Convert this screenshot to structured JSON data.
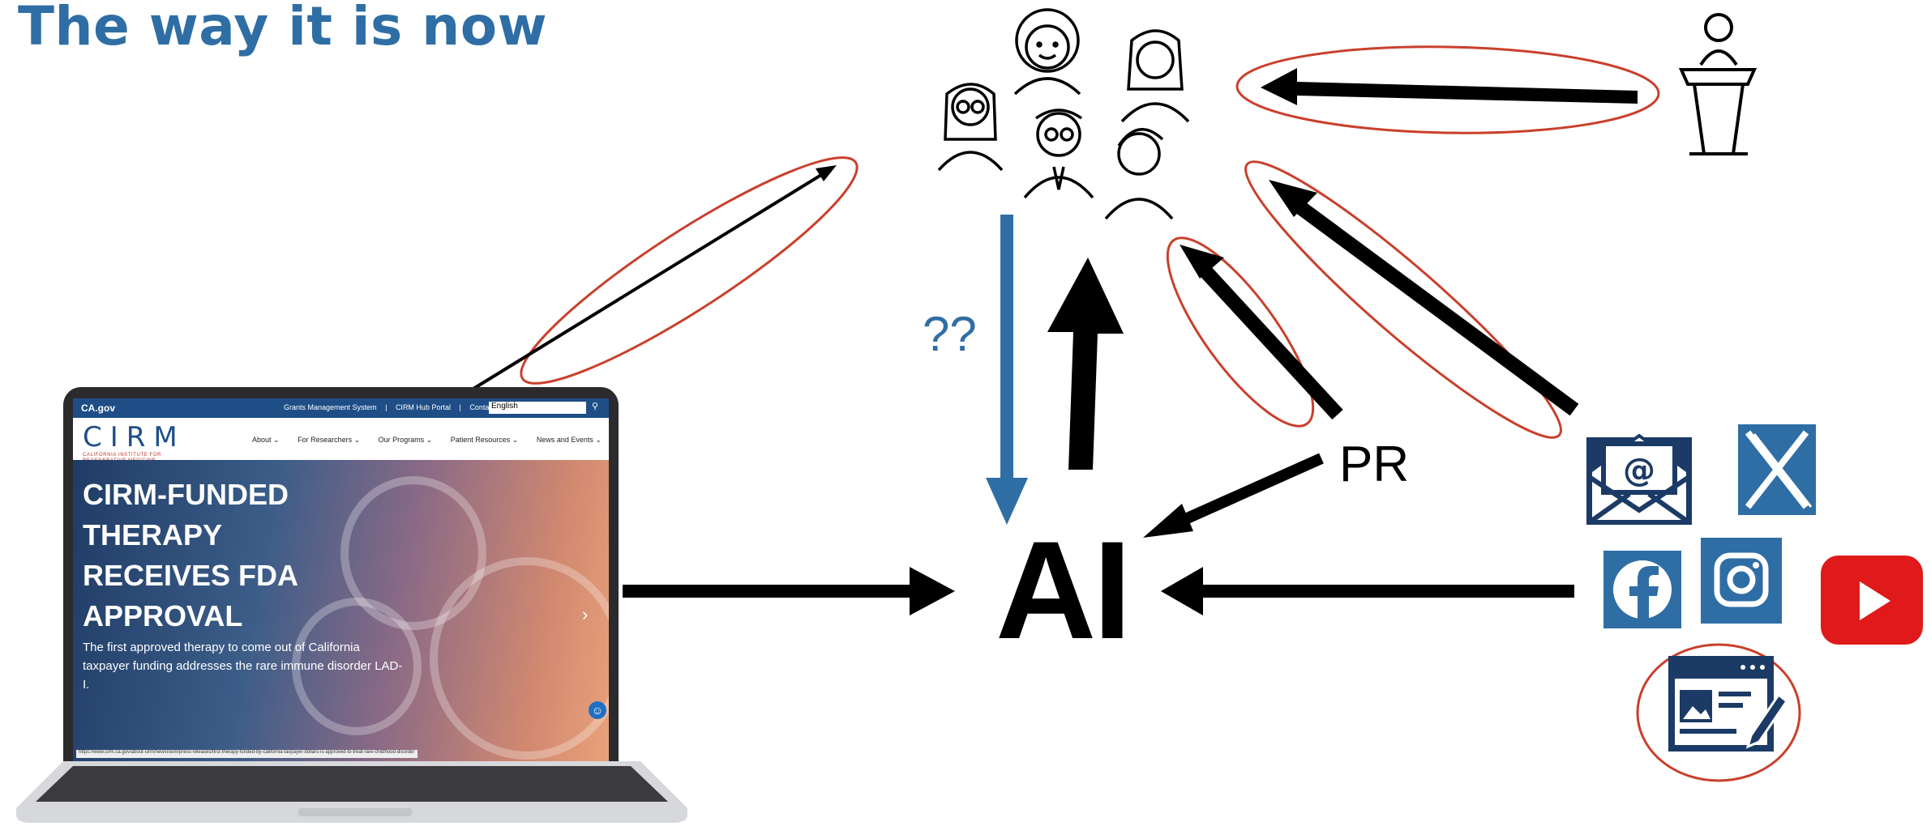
{
  "title": "The way it is now",
  "labels": {
    "ai": "AI",
    "pr": "PR",
    "unknown": "??"
  },
  "colors": {
    "title_blue": "#2f6ea5",
    "highlight_red": "#c9402c",
    "arrow_black": "#000000",
    "facebook_blue": "#2f6ea5",
    "youtube_red": "#e01a1a"
  },
  "laptop_screen": {
    "gov_logo": "CA.gov",
    "gov_links": [
      "Grants Management System",
      "|",
      "CIRM Hub Portal",
      "|",
      "Contact"
    ],
    "language": "English",
    "logo": "CIRM",
    "logo_subtitle": "CALIFORNIA INSTITUTE FOR REGENERATIVE MEDICINE",
    "nav": [
      "About ⌄",
      "For Researchers ⌄",
      "Our Programs ⌄",
      "Patient Resources ⌄",
      "News and Events ⌄"
    ],
    "headline": "CIRM-FUNDED THERAPY RECEIVES FDA APPROVAL",
    "body": "The first approved therapy to come out of California taxpayer funding addresses the rare immune disorder LAD-I.",
    "status_url": "https://www.cirm.ca.gov/about-cirm/newsroom/press-releases/first-therapy-funded-by-california-taxpayer-dollars-is-approved-to-treat-rare-childhood-disorder"
  },
  "icons": [
    "audience-people-icon",
    "speaker-podium-icon",
    "email-icon",
    "x-twitter-icon",
    "facebook-icon",
    "instagram-icon",
    "youtube-icon",
    "web-article-icon"
  ]
}
